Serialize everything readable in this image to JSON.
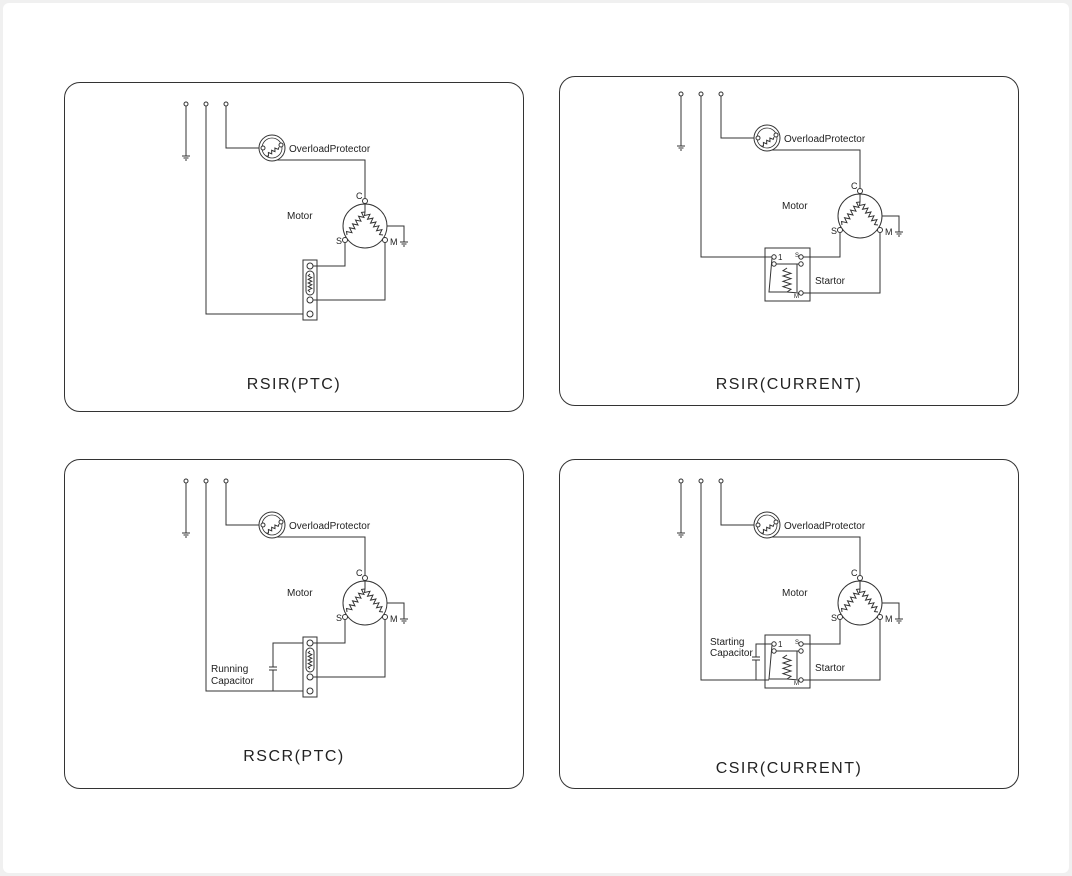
{
  "labels": {
    "overload": "OverloadProtector",
    "motor": "Motor",
    "c": "C",
    "s": "S",
    "m": "M",
    "startor": "Startor",
    "one": "1",
    "running_capacitor": [
      "Running",
      "Capacitor"
    ],
    "starting_capacitor": [
      "Starting",
      "Capacitor"
    ]
  },
  "panels": [
    {
      "title": "RSIR(PTC)",
      "variant": "ptc"
    },
    {
      "title": "RSIR(CURRENT)",
      "variant": "current"
    },
    {
      "title": "RSCR(PTC)",
      "variant": "ptc_cap"
    },
    {
      "title": "CSIR(CURRENT)",
      "variant": "current_cap"
    }
  ]
}
